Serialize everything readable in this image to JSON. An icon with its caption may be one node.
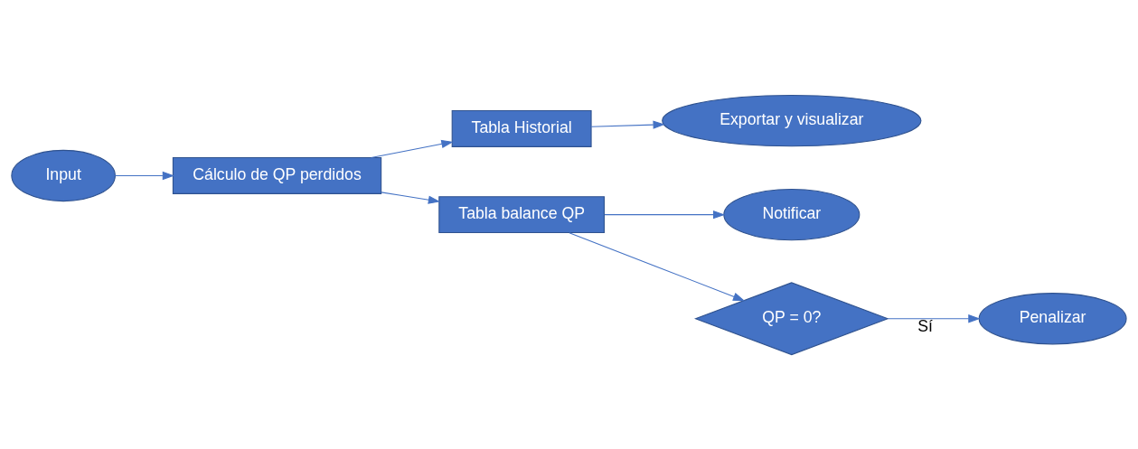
{
  "diagram": {
    "nodes": [
      {
        "text": [
          "Input"
        ]
      },
      {
        "text": [
          "Cálculo de QP perdidos"
        ]
      },
      {
        "text": [
          "Tabla Historial"
        ]
      },
      {
        "text": [
          "Exportar y visualizar"
        ]
      },
      {
        "text": [
          "Tabla balance QP"
        ]
      },
      {
        "text": [
          "Notificar"
        ]
      },
      {
        "text": [
          "QP = 0?"
        ]
      },
      {
        "text": [
          "Penalizar"
        ]
      }
    ],
    "edges": [
      {
        "from": 0,
        "to": 1,
        "arrow": "to"
      },
      {
        "from": 1,
        "to": 2,
        "arrow": "to"
      },
      {
        "from": 1,
        "to": 4,
        "arrow": "to"
      },
      {
        "from": 2,
        "to": 3,
        "arrow": "to"
      },
      {
        "from": 4,
        "to": 5,
        "arrow": "to"
      },
      {
        "from": 4,
        "to": 6,
        "arrow": "to"
      },
      {
        "from": 6,
        "to": 7,
        "arrow": "to",
        "label": "Sí"
      }
    ]
  }
}
